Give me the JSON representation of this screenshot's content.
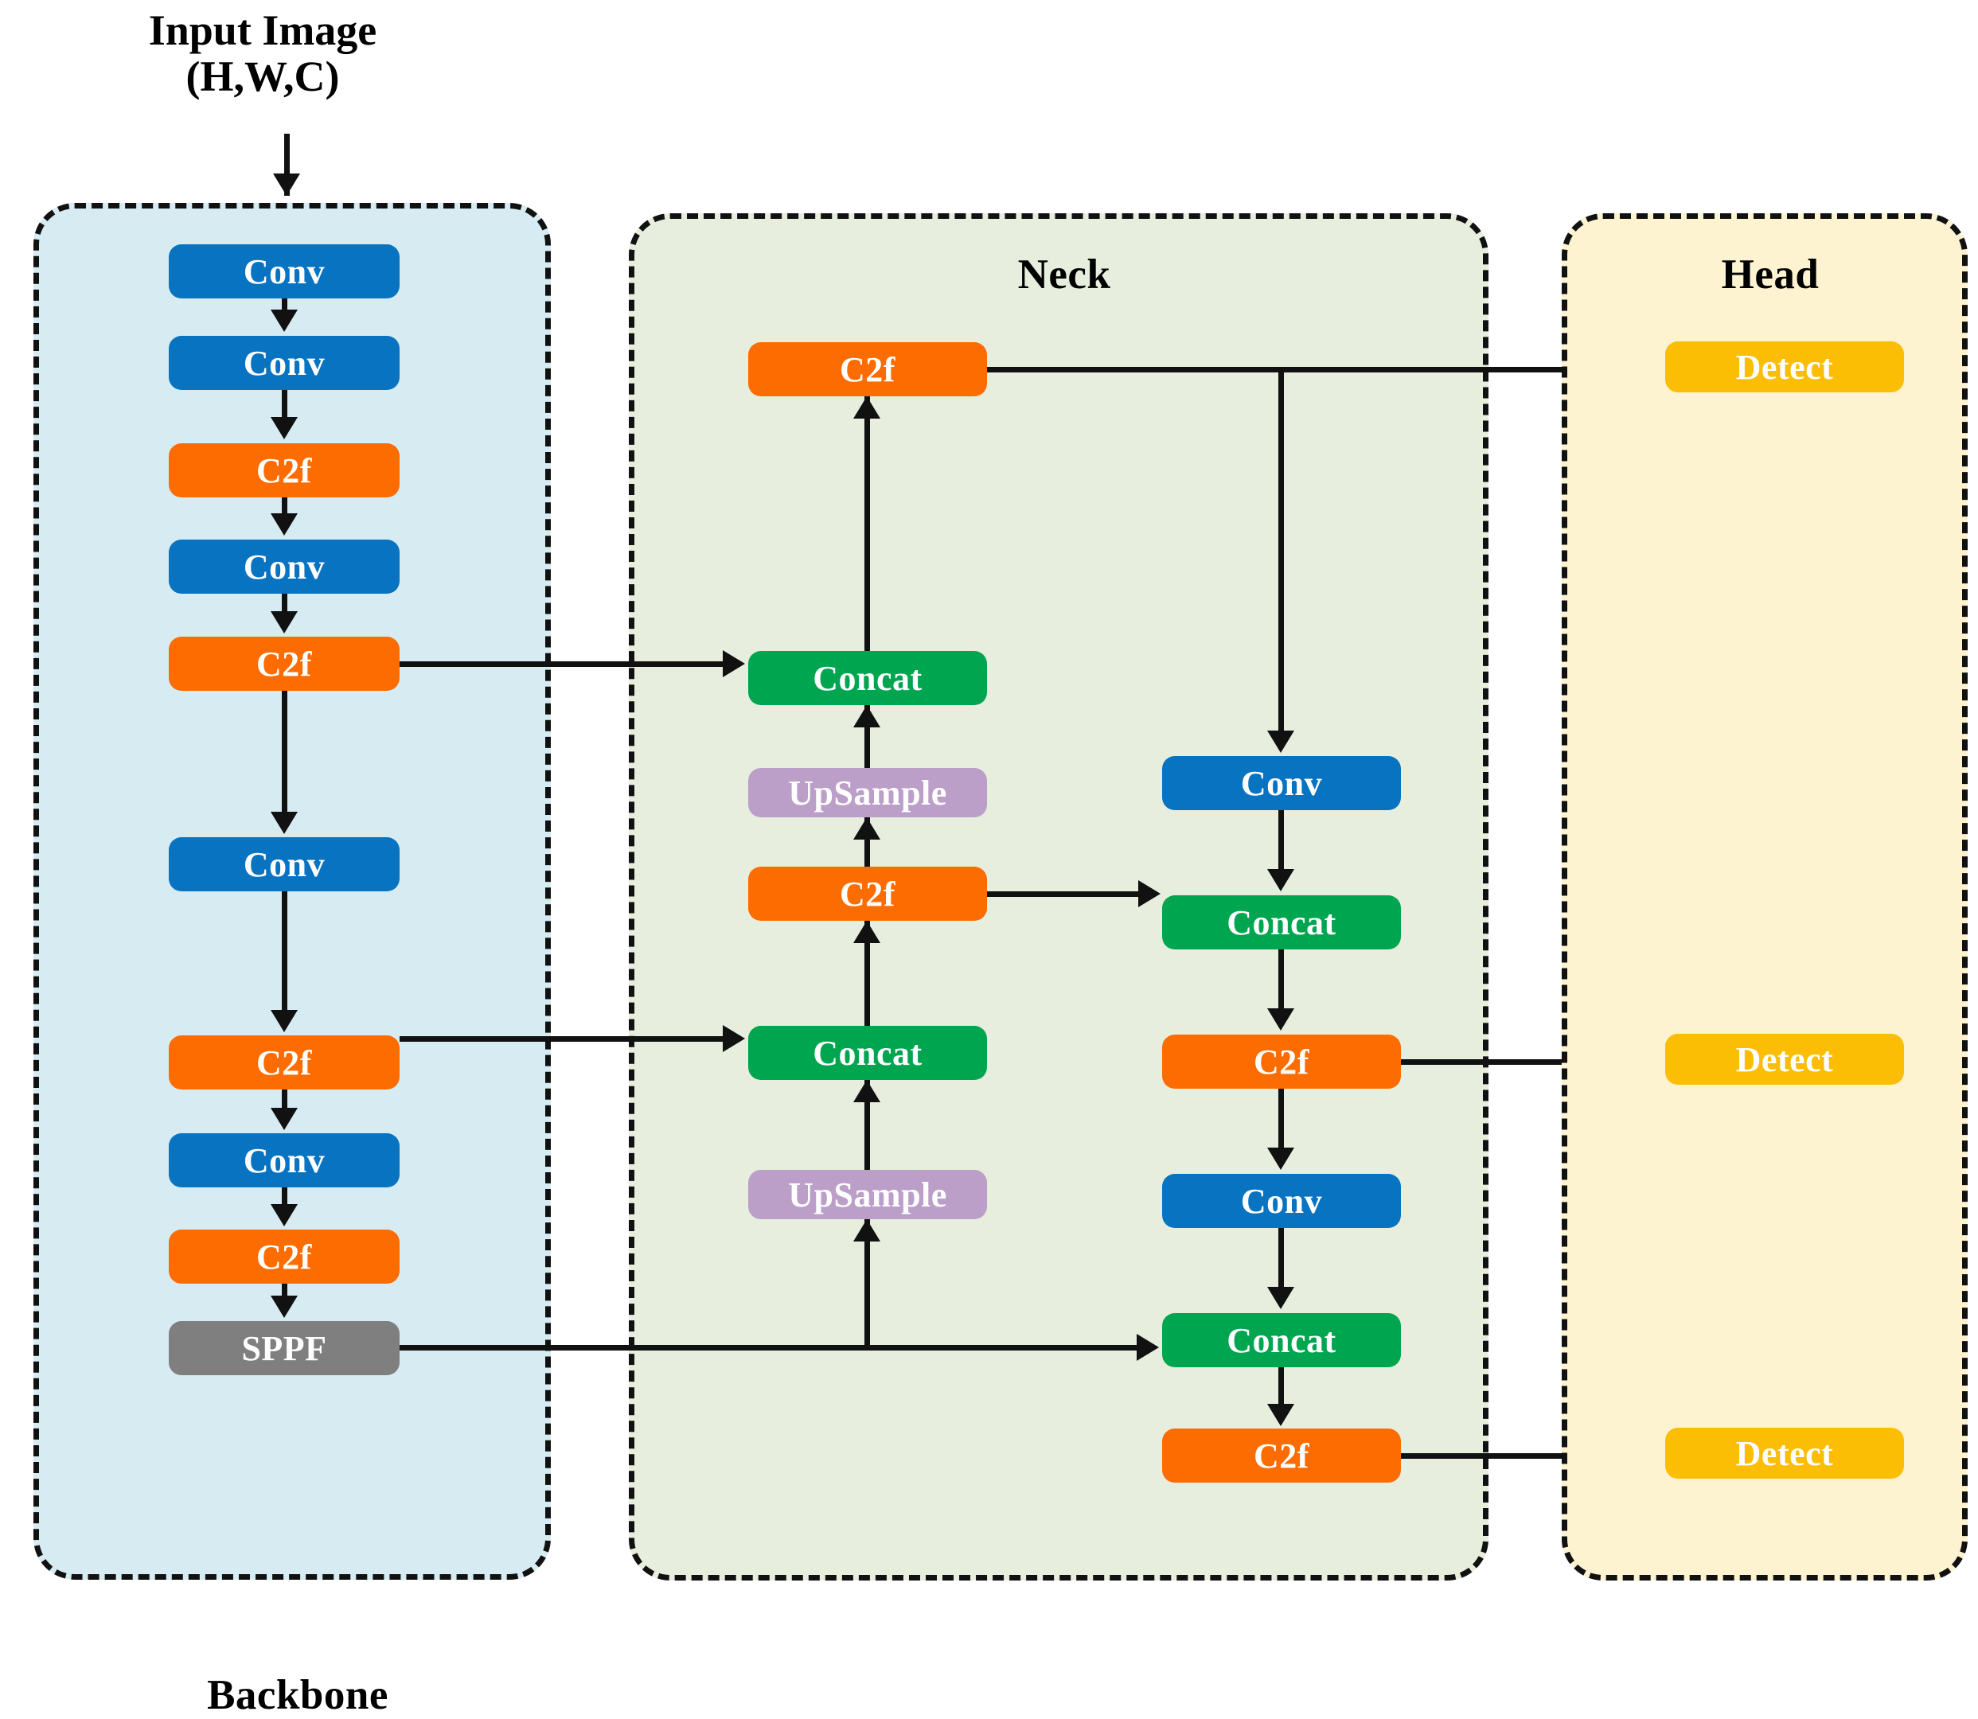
{
  "diagram": {
    "title_lines": [
      "Input Image",
      "(H,W,C)"
    ],
    "groups": [
      {
        "id": "backbone",
        "label": "Backbone",
        "bg": "#d6ecf2"
      },
      {
        "id": "neck",
        "label": "Neck",
        "bg": "#e7eedd"
      },
      {
        "id": "head",
        "label": "Head",
        "bg": "#fdf3d1"
      }
    ],
    "palette": {
      "conv": "#0873c1",
      "c2f": "#fd6c00",
      "concat": "#00a550",
      "upsample": "#bb9fc9",
      "sppf": "#7f7f7f",
      "detect": "#fcbd05",
      "line": "#111111",
      "border": "#111111"
    },
    "backbone": {
      "nodes": [
        {
          "id": "b-conv1",
          "label": "Conv",
          "type": "conv"
        },
        {
          "id": "b-conv2",
          "label": "Conv",
          "type": "conv"
        },
        {
          "id": "b-c2f1",
          "label": "C2f",
          "type": "c2f"
        },
        {
          "id": "b-conv3",
          "label": "Conv",
          "type": "conv"
        },
        {
          "id": "b-c2f2",
          "label": "C2f",
          "type": "c2f"
        },
        {
          "id": "b-conv4",
          "label": "Conv",
          "type": "conv"
        },
        {
          "id": "b-c2f3",
          "label": "C2f",
          "type": "c2f"
        },
        {
          "id": "b-conv5",
          "label": "Conv",
          "type": "conv"
        },
        {
          "id": "b-c2f4",
          "label": "C2f",
          "type": "c2f"
        },
        {
          "id": "b-sppf",
          "label": "SPPF",
          "type": "sppf"
        }
      ]
    },
    "neck": {
      "left_nodes": [
        {
          "id": "n-c2f-top",
          "label": "C2f",
          "type": "c2f"
        },
        {
          "id": "n-concat-1",
          "label": "Concat",
          "type": "concat"
        },
        {
          "id": "n-up-1",
          "label": "UpSample",
          "type": "upsample"
        },
        {
          "id": "n-c2f-mid",
          "label": "C2f",
          "type": "c2f"
        },
        {
          "id": "n-concat-2",
          "label": "Concat",
          "type": "concat"
        },
        {
          "id": "n-up-2",
          "label": "UpSample",
          "type": "upsample"
        }
      ],
      "right_nodes": [
        {
          "id": "n-conv-r1",
          "label": "Conv",
          "type": "conv"
        },
        {
          "id": "n-concat-r1",
          "label": "Concat",
          "type": "concat"
        },
        {
          "id": "n-c2f-r1",
          "label": "C2f",
          "type": "c2f"
        },
        {
          "id": "n-conv-r2",
          "label": "Conv",
          "type": "conv"
        },
        {
          "id": "n-concat-r2",
          "label": "Concat",
          "type": "concat"
        },
        {
          "id": "n-c2f-r2",
          "label": "C2f",
          "type": "c2f"
        }
      ]
    },
    "head": {
      "nodes": [
        {
          "id": "h-detect-1",
          "label": "Detect",
          "type": "detect"
        },
        {
          "id": "h-detect-2",
          "label": "Detect",
          "type": "detect"
        },
        {
          "id": "h-detect-3",
          "label": "Detect",
          "type": "detect"
        }
      ]
    }
  }
}
